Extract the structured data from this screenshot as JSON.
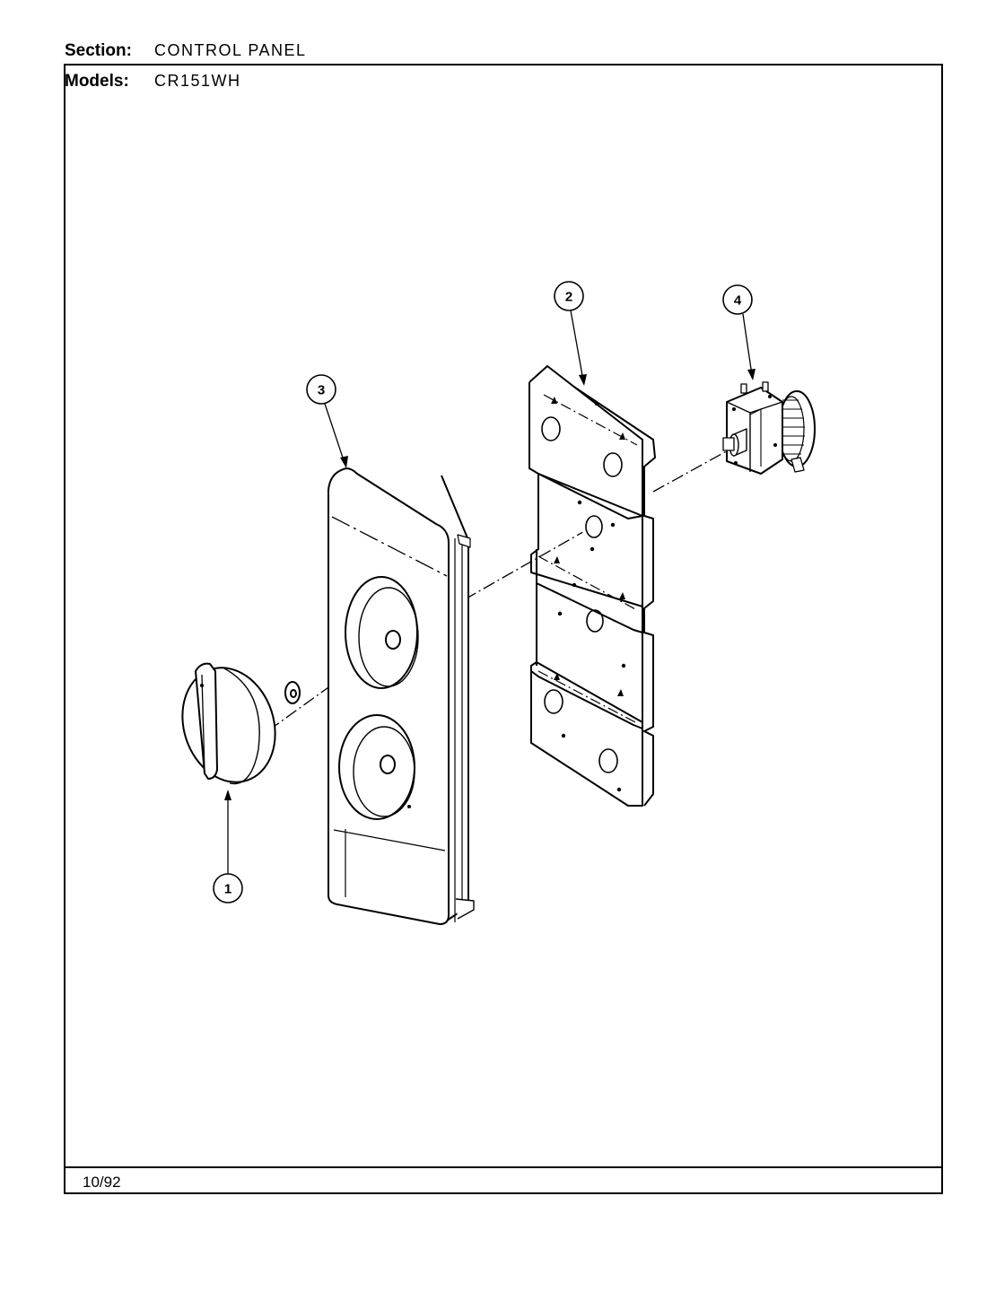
{
  "header": {
    "section_key": "Section:",
    "section_value": "CONTROL PANEL",
    "models_key": "Models:",
    "models_value": "CR151WH"
  },
  "footer": {
    "date": "10/92"
  },
  "callouts": {
    "knob": "1",
    "bracket": "2",
    "panel": "3",
    "switch": "4"
  }
}
